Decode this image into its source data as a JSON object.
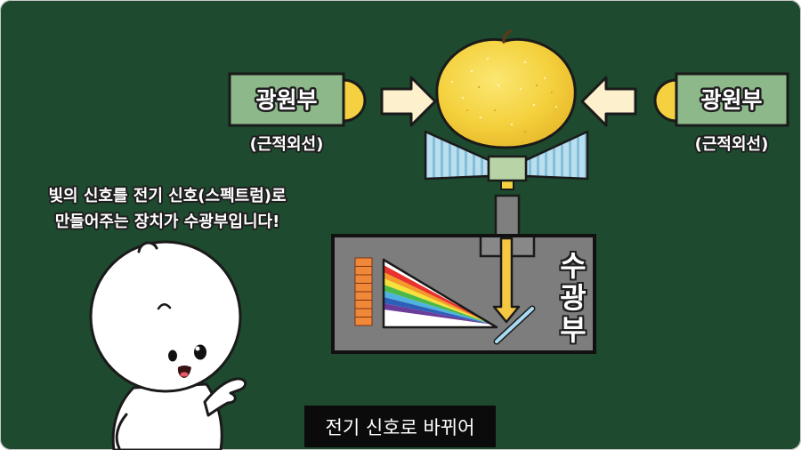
{
  "light_source_left": {
    "label": "광원부",
    "sublabel": "(근적외선)"
  },
  "light_source_right": {
    "label": "광원부",
    "sublabel": "(근적외선)"
  },
  "detector": {
    "label": "수광부"
  },
  "explanation": {
    "line1": "빛의 신호를 전기 신호(스펙트럼)로",
    "line2": "만들어주는 장치가 수광부입니다!"
  },
  "caption": "전기 신호로 바뀌어",
  "colors": {
    "background": "#1e4a2f",
    "source_box": "#8db98a",
    "lamp": "#f5d142",
    "light_arrow": "#fcf0cd",
    "detector_box": "#7d7d7d",
    "beam_arrow": "#f5c842",
    "sensor_cells": "#f0883a",
    "grating": "#a9dcf2",
    "caption_bg": "#0b0b0b",
    "spectrum": [
      "#e8322b",
      "#f39a2a",
      "#f7e13a",
      "#4cb848",
      "#4fb3e0",
      "#2d5fb8",
      "#6a3d9a"
    ]
  }
}
